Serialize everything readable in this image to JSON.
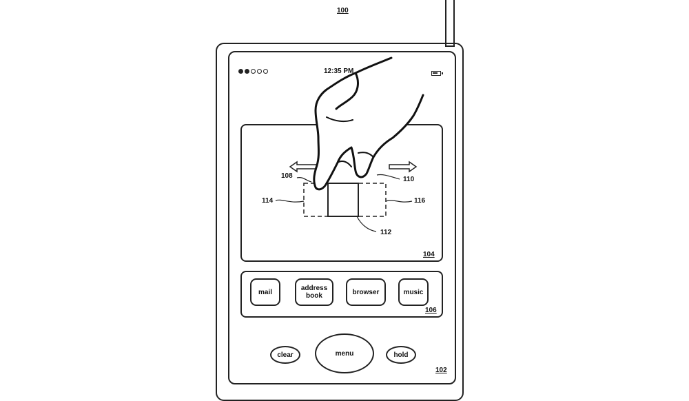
{
  "figure": {
    "number": "100",
    "device_ref": "102",
    "screen_ref": "104",
    "dock_ref": "106"
  },
  "status_bar": {
    "time": "12:35 PM",
    "signal_dots_filled": 2,
    "signal_dots_total": 5,
    "battery_icon": "battery-icon"
  },
  "gesture": {
    "ref_left_finger": "108",
    "ref_right_finger": "110",
    "ref_object": "112",
    "ref_left_expanded": "114",
    "ref_right_expanded": "116",
    "icons": [
      "hand-icon",
      "arrow-left-icon",
      "arrow-right-icon"
    ]
  },
  "dock_apps": [
    {
      "label": "mail"
    },
    {
      "label": "address\nbook"
    },
    {
      "label": "browser"
    },
    {
      "label": "music"
    }
  ],
  "hardware_buttons": {
    "clear": "clear",
    "menu": "menu",
    "hold": "hold"
  },
  "colors": {
    "line": "#222222",
    "background": "#ffffff"
  }
}
